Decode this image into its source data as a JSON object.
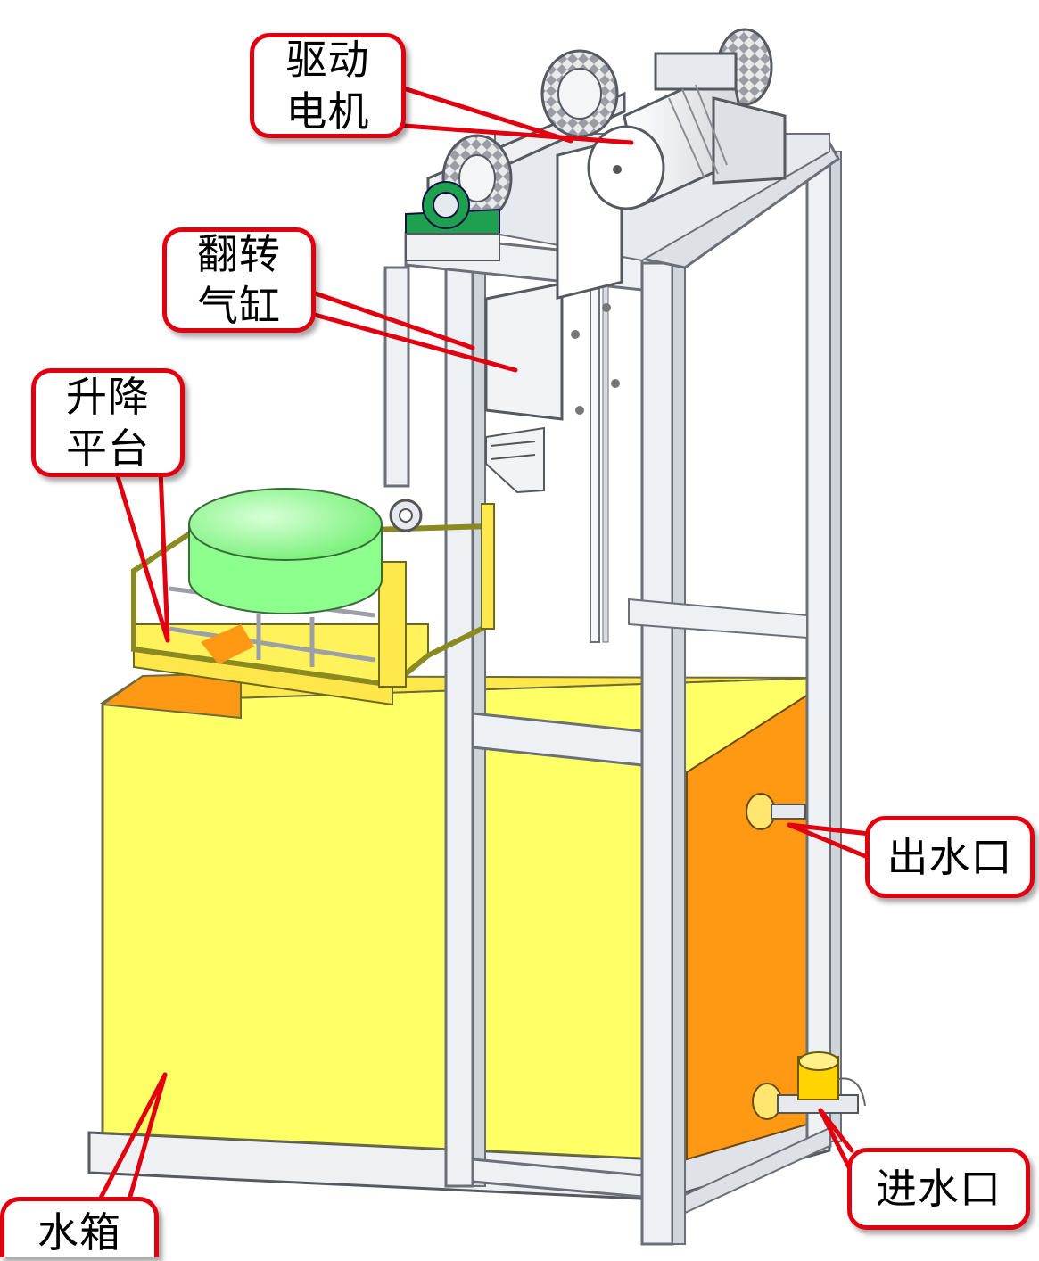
{
  "labels": {
    "drive_motor": [
      "驱动",
      "电机"
    ],
    "flip_cylinder": [
      "翻转",
      "气缸"
    ],
    "lift_platform": [
      "升降",
      "平台"
    ],
    "outlet": "出水口",
    "inlet": "进水口",
    "water_tank": "水箱"
  },
  "colors": {
    "label_border": "#e0000f",
    "leader_line": "#e0000f",
    "tank_front": "#ffff66",
    "tank_side": "#ff9914",
    "frame": "#e8ecf0",
    "frame_edge": "#6b7078",
    "platform": "#ffee33",
    "cylinder_green": "#8cff8c",
    "bearing_green": "#1ea050"
  }
}
